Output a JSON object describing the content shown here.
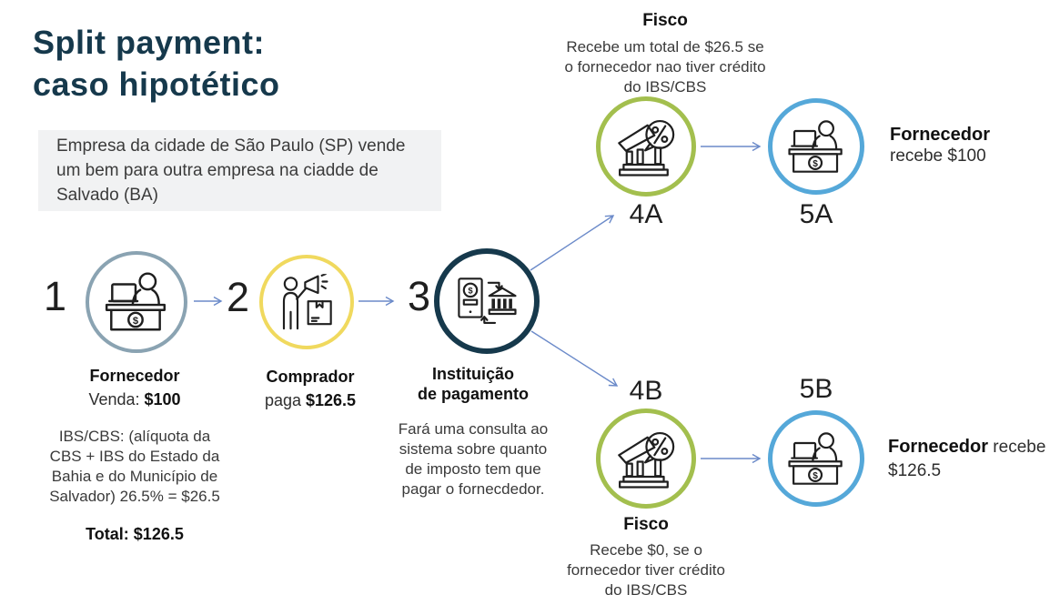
{
  "colors": {
    "title_text": "#16394c",
    "intro_bg": "#f1f2f3",
    "step1_circle": "#8aa3b2",
    "step2_circle": "#f0d95e",
    "step3_circle": "#16394c",
    "fisco_circle": "#a3bf4e",
    "fornecedor_circle": "#55a8d9",
    "arrow": "#6b8ac9",
    "icon_stroke": "#1f1f1f"
  },
  "header": {
    "title_line1": "Split payment:",
    "title_line2": "caso hipotético"
  },
  "intro": {
    "text": "Empresa da cidade de São Paulo (SP) vende um bem para outra empresa na ciadde de Salvado (BA)"
  },
  "steps": {
    "one": {
      "number": "1",
      "icon": "person-at-desk-icon",
      "name": "Fornecedor",
      "sale_prefix": "Venda: ",
      "sale_value": "$100",
      "tax_note": "IBS/CBS: (alíquota da CBS + IBS do Estado da Bahia e do Município de Salvador) 26.5% = $26.5",
      "total": "Total: $126.5"
    },
    "two": {
      "number": "2",
      "icon": "buyer-megaphone-box-icon",
      "name": "Comprador",
      "pay_prefix": "paga ",
      "pay_value": "$126.5"
    },
    "three": {
      "number": "3",
      "icon": "payment-terminal-bank-exchange-icon",
      "name_line1": "Instituição",
      "name_line2": "de pagamento",
      "note": "Fará uma consulta ao sistema sobre quanto de imposto tem que pagar o fornecdedor."
    }
  },
  "branch_a": {
    "node4": {
      "label": "4A",
      "icon": "bank-percent-icon",
      "title": "Fisco",
      "note": "Recebe um total de $26.5 se o fornecedor nao tiver crédito do IBS/CBS"
    },
    "node5": {
      "label": "5A",
      "icon": "person-at-desk-icon"
    },
    "outcome": {
      "bold": "Fornecedor",
      "rest": "recebe $100"
    }
  },
  "branch_b": {
    "node4": {
      "label": "4B",
      "icon": "bank-percent-icon",
      "title": "Fisco",
      "note": "Recebe $0, se o fornecedor tiver crédito do IBS/CBS"
    },
    "node5": {
      "label": "5B",
      "icon": "person-at-desk-icon"
    },
    "outcome": {
      "bold": "Fornecedor",
      "rest": " recebe $126.5"
    }
  }
}
